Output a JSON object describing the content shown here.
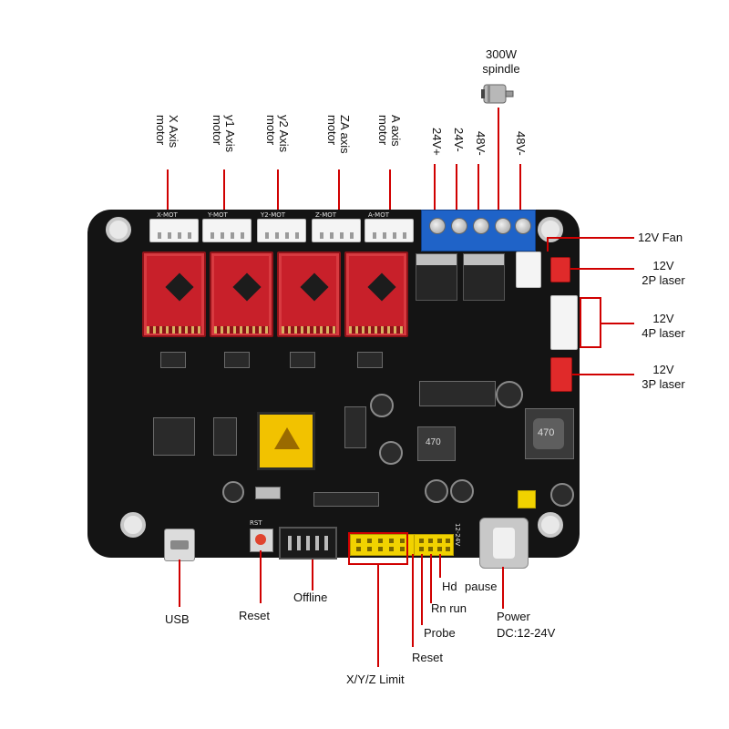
{
  "spindle_label": [
    "300W",
    "spindle"
  ],
  "motor_labels": [
    [
      "X Axis",
      "motor"
    ],
    [
      "y1 Axis",
      "motor"
    ],
    [
      "y2 Axis",
      "motor"
    ],
    [
      "ZA axis",
      "motor"
    ],
    [
      "A axis",
      "motor"
    ]
  ],
  "power_terminal_labels": [
    "24V+",
    "24V-",
    "48V-",
    "48V-"
  ],
  "right_labels": {
    "fan": "12V Fan",
    "laser2p": [
      "12V",
      "2P laser"
    ],
    "laser4p": [
      "12V",
      "4P laser"
    ],
    "laser3p": [
      "12V",
      "3P laser"
    ]
  },
  "bottom_labels": {
    "usb": "USB",
    "reset_button": "Reset",
    "offline": "Offline",
    "limit": "X/Y/Z Limit",
    "reset_pin": "Reset",
    "probe": "Probe",
    "run": "Rn run",
    "hold": "Hd",
    "pause": "pause",
    "power": [
      "Power",
      "DC:12-24V"
    ]
  },
  "silkscreen": {
    "motor_headers": [
      "X-MOT",
      "Y-MOT",
      "Y2-MOT",
      "Z-MOT",
      "A-MOT"
    ],
    "cap_values": [
      "470",
      "470"
    ],
    "rst": "RST",
    "v_side": "12-24V"
  },
  "colors": {
    "board": "#141414",
    "driver_red": "#c8202a",
    "terminal_blue": "#1f63c8",
    "callout_red": "#d00000",
    "header_yellow": "#f1d200"
  }
}
